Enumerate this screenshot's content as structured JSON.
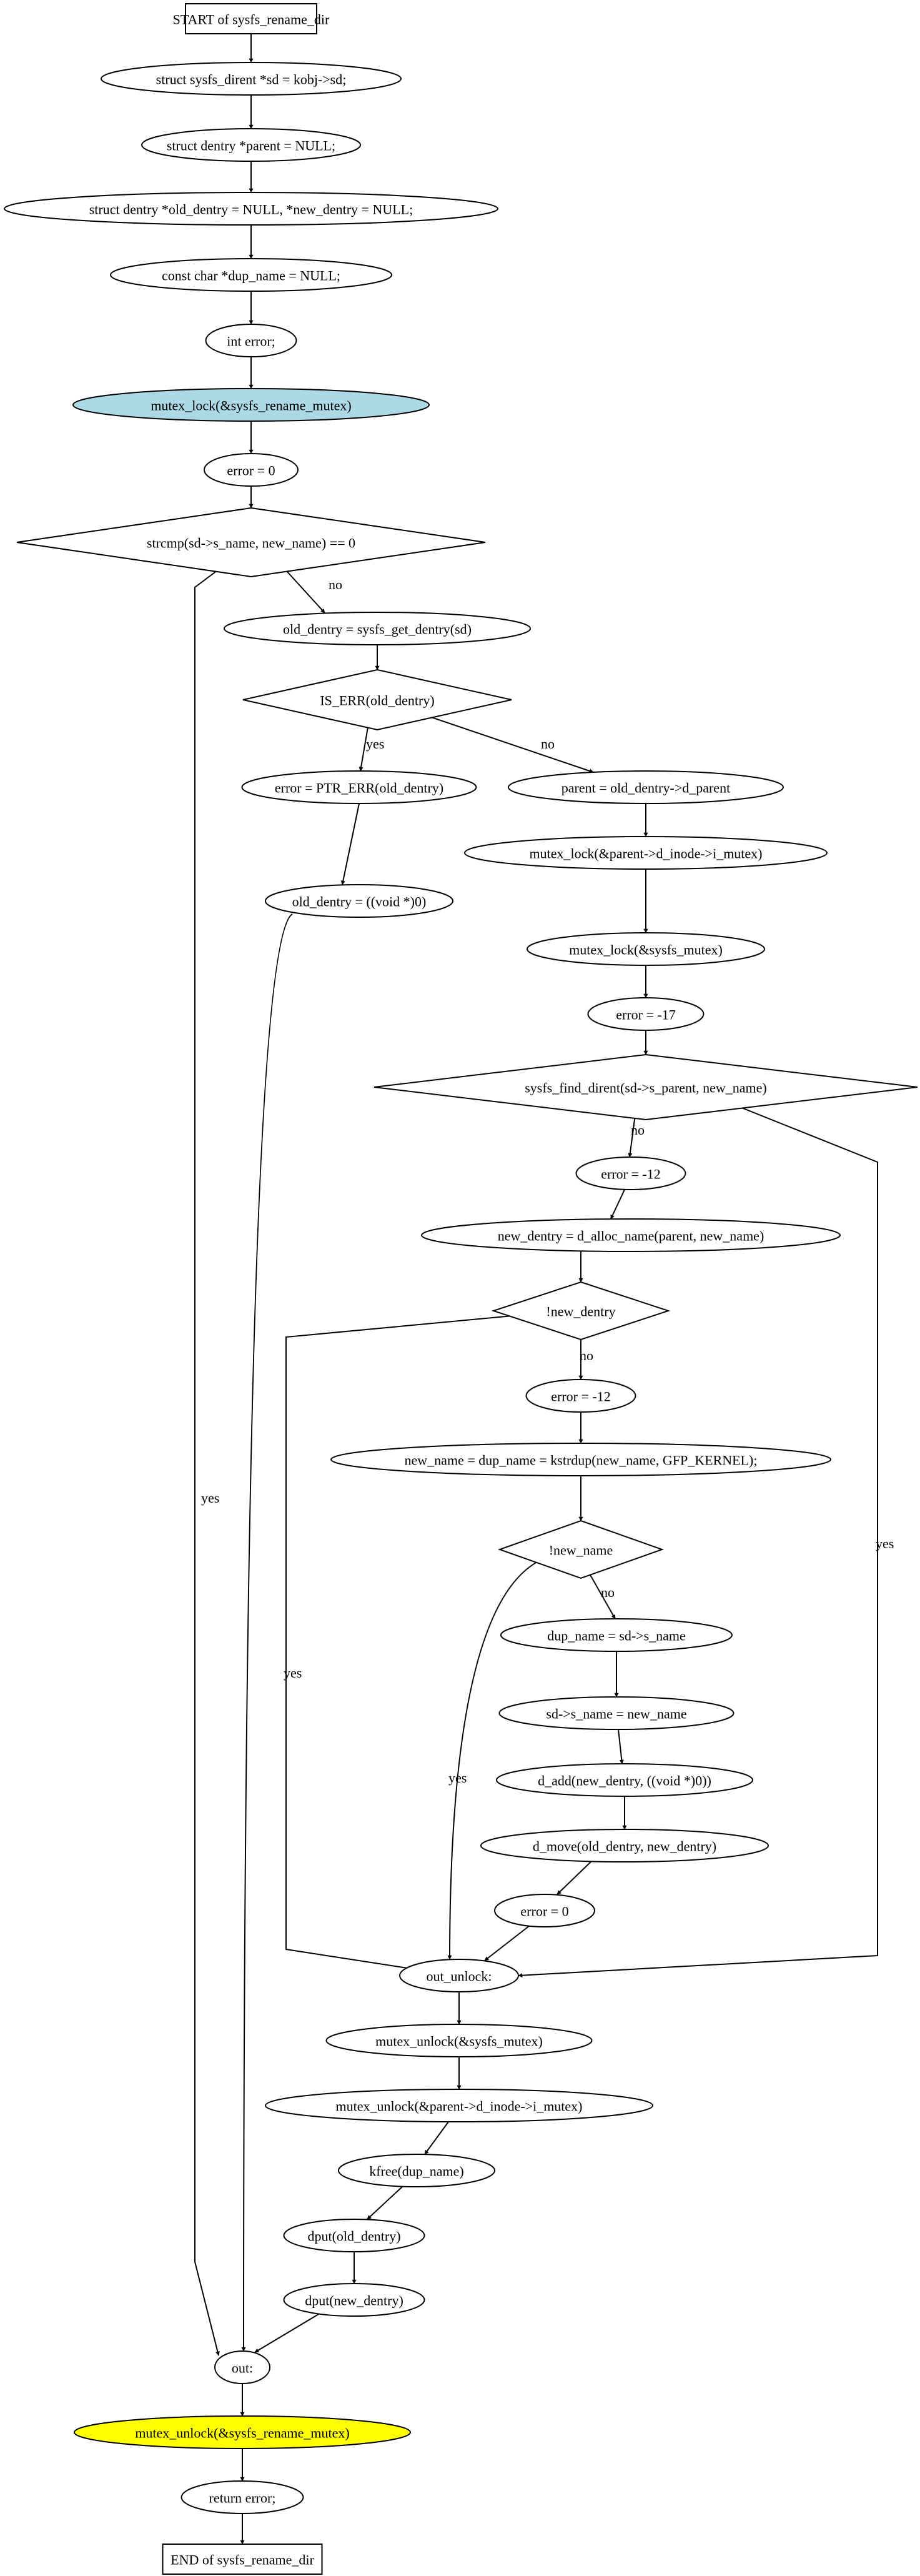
{
  "colors": {
    "lock_node": "#add8e6",
    "unlock_node": "#ffff00",
    "line": "#000000",
    "background": "#ffffff"
  },
  "edge_labels": {
    "yes": "yes",
    "no": "no"
  },
  "nodes": [
    {
      "id": "start",
      "shape": "box",
      "text": "START of sysfs_rename_dir"
    },
    {
      "id": "n1",
      "shape": "ellipse",
      "text": "struct sysfs_dirent *sd = kobj->sd;"
    },
    {
      "id": "n2",
      "shape": "ellipse",
      "text": "struct dentry *parent = NULL;"
    },
    {
      "id": "n3",
      "shape": "ellipse",
      "text": "struct dentry *old_dentry = NULL, *new_dentry = NULL;"
    },
    {
      "id": "n4",
      "shape": "ellipse",
      "text": "const char *dup_name = NULL;"
    },
    {
      "id": "n5",
      "shape": "ellipse",
      "text": "int error;"
    },
    {
      "id": "n6",
      "shape": "ellipse",
      "text": "mutex_lock(&sysfs_rename_mutex)",
      "fill": "lock_node"
    },
    {
      "id": "n7",
      "shape": "ellipse",
      "text": "error = 0"
    },
    {
      "id": "d1",
      "shape": "diamond",
      "text": "strcmp(sd->s_name, new_name) == 0"
    },
    {
      "id": "n8",
      "shape": "ellipse",
      "text": "old_dentry = sysfs_get_dentry(sd)"
    },
    {
      "id": "d2",
      "shape": "diamond",
      "text": "IS_ERR(old_dentry)"
    },
    {
      "id": "n9",
      "shape": "ellipse",
      "text": "error = PTR_ERR(old_dentry)"
    },
    {
      "id": "n10",
      "shape": "ellipse",
      "text": "old_dentry = ((void *)0)"
    },
    {
      "id": "n11",
      "shape": "ellipse",
      "text": "parent = old_dentry->d_parent"
    },
    {
      "id": "n12",
      "shape": "ellipse",
      "text": "mutex_lock(&parent->d_inode->i_mutex)"
    },
    {
      "id": "n13",
      "shape": "ellipse",
      "text": "mutex_lock(&sysfs_mutex)"
    },
    {
      "id": "n14",
      "shape": "ellipse",
      "text": "error = -17"
    },
    {
      "id": "d3",
      "shape": "diamond",
      "text": "sysfs_find_dirent(sd->s_parent, new_name)"
    },
    {
      "id": "n15",
      "shape": "ellipse",
      "text": "error = -12"
    },
    {
      "id": "n16",
      "shape": "ellipse",
      "text": "new_dentry = d_alloc_name(parent, new_name)"
    },
    {
      "id": "d4",
      "shape": "diamond",
      "text": "!new_dentry"
    },
    {
      "id": "n17",
      "shape": "ellipse",
      "text": "error = -12"
    },
    {
      "id": "n18",
      "shape": "ellipse",
      "text": "new_name = dup_name = kstrdup(new_name, GFP_KERNEL);"
    },
    {
      "id": "d5",
      "shape": "diamond",
      "text": "!new_name"
    },
    {
      "id": "n19",
      "shape": "ellipse",
      "text": "dup_name = sd->s_name"
    },
    {
      "id": "n20",
      "shape": "ellipse",
      "text": "sd->s_name = new_name"
    },
    {
      "id": "n21",
      "shape": "ellipse",
      "text": "d_add(new_dentry, ((void *)0))"
    },
    {
      "id": "n22",
      "shape": "ellipse",
      "text": "d_move(old_dentry, new_dentry)"
    },
    {
      "id": "n23",
      "shape": "ellipse",
      "text": "error = 0"
    },
    {
      "id": "n24",
      "shape": "ellipse",
      "text": "out_unlock:"
    },
    {
      "id": "n25",
      "shape": "ellipse",
      "text": "mutex_unlock(&sysfs_mutex)"
    },
    {
      "id": "n26",
      "shape": "ellipse",
      "text": "mutex_unlock(&parent->d_inode->i_mutex)"
    },
    {
      "id": "n27",
      "shape": "ellipse",
      "text": "kfree(dup_name)"
    },
    {
      "id": "n28",
      "shape": "ellipse",
      "text": "dput(old_dentry)"
    },
    {
      "id": "n29",
      "shape": "ellipse",
      "text": "dput(new_dentry)"
    },
    {
      "id": "n30",
      "shape": "ellipse",
      "text": "out:"
    },
    {
      "id": "n31",
      "shape": "ellipse",
      "text": "mutex_unlock(&sysfs_rename_mutex)",
      "fill": "unlock_node"
    },
    {
      "id": "n32",
      "shape": "ellipse",
      "text": "return error;"
    },
    {
      "id": "end",
      "shape": "box",
      "text": "END of sysfs_rename_dir"
    }
  ],
  "edges": [
    {
      "from": "start",
      "to": "n1"
    },
    {
      "from": "n1",
      "to": "n2"
    },
    {
      "from": "n2",
      "to": "n3"
    },
    {
      "from": "n3",
      "to": "n4"
    },
    {
      "from": "n4",
      "to": "n5"
    },
    {
      "from": "n5",
      "to": "n6"
    },
    {
      "from": "n6",
      "to": "n7"
    },
    {
      "from": "n7",
      "to": "d1"
    },
    {
      "from": "d1",
      "to": "n30",
      "label": "yes"
    },
    {
      "from": "d1",
      "to": "n8",
      "label": "no"
    },
    {
      "from": "n8",
      "to": "d2"
    },
    {
      "from": "d2",
      "to": "n9",
      "label": "yes"
    },
    {
      "from": "d2",
      "to": "n11",
      "label": "no"
    },
    {
      "from": "n9",
      "to": "n10"
    },
    {
      "from": "n10",
      "to": "n30"
    },
    {
      "from": "n11",
      "to": "n12"
    },
    {
      "from": "n12",
      "to": "n13"
    },
    {
      "from": "n13",
      "to": "n14"
    },
    {
      "from": "n14",
      "to": "d3"
    },
    {
      "from": "d3",
      "to": "n15",
      "label": "no"
    },
    {
      "from": "d3",
      "to": "n24",
      "label": "yes"
    },
    {
      "from": "n15",
      "to": "n16"
    },
    {
      "from": "n16",
      "to": "d4"
    },
    {
      "from": "d4",
      "to": "n17",
      "label": "no"
    },
    {
      "from": "d4",
      "to": "n24",
      "label": "yes"
    },
    {
      "from": "n17",
      "to": "n18"
    },
    {
      "from": "n18",
      "to": "d5"
    },
    {
      "from": "d5",
      "to": "n19",
      "label": "no"
    },
    {
      "from": "d5",
      "to": "n24",
      "label": "yes"
    },
    {
      "from": "n19",
      "to": "n20"
    },
    {
      "from": "n20",
      "to": "n21"
    },
    {
      "from": "n21",
      "to": "n22"
    },
    {
      "from": "n22",
      "to": "n23"
    },
    {
      "from": "n23",
      "to": "n24"
    },
    {
      "from": "n24",
      "to": "n25"
    },
    {
      "from": "n25",
      "to": "n26"
    },
    {
      "from": "n26",
      "to": "n27"
    },
    {
      "from": "n27",
      "to": "n28"
    },
    {
      "from": "n28",
      "to": "n29"
    },
    {
      "from": "n29",
      "to": "n30"
    },
    {
      "from": "n30",
      "to": "n31"
    },
    {
      "from": "n31",
      "to": "n32"
    },
    {
      "from": "n32",
      "to": "end"
    }
  ]
}
